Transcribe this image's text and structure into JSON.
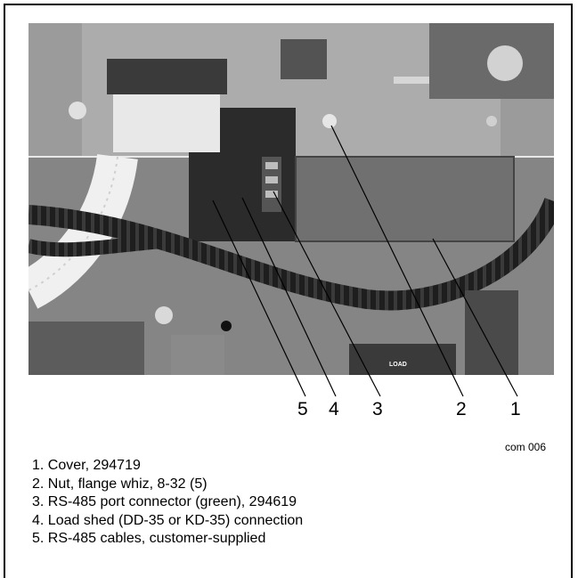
{
  "figure": {
    "code": "com 006",
    "photo_text": "LOAD",
    "callout_numbers": [
      "5",
      "4",
      "3",
      "2",
      "1"
    ]
  },
  "legend": [
    "1. Cover, 294719",
    "2. Nut, flange whiz, 8-32 (5)",
    "3. RS-485 port connector (green), 294619",
    "4. Load shed (DD-35 or KD-35) connection",
    "5. RS-485 cables, customer-supplied"
  ]
}
